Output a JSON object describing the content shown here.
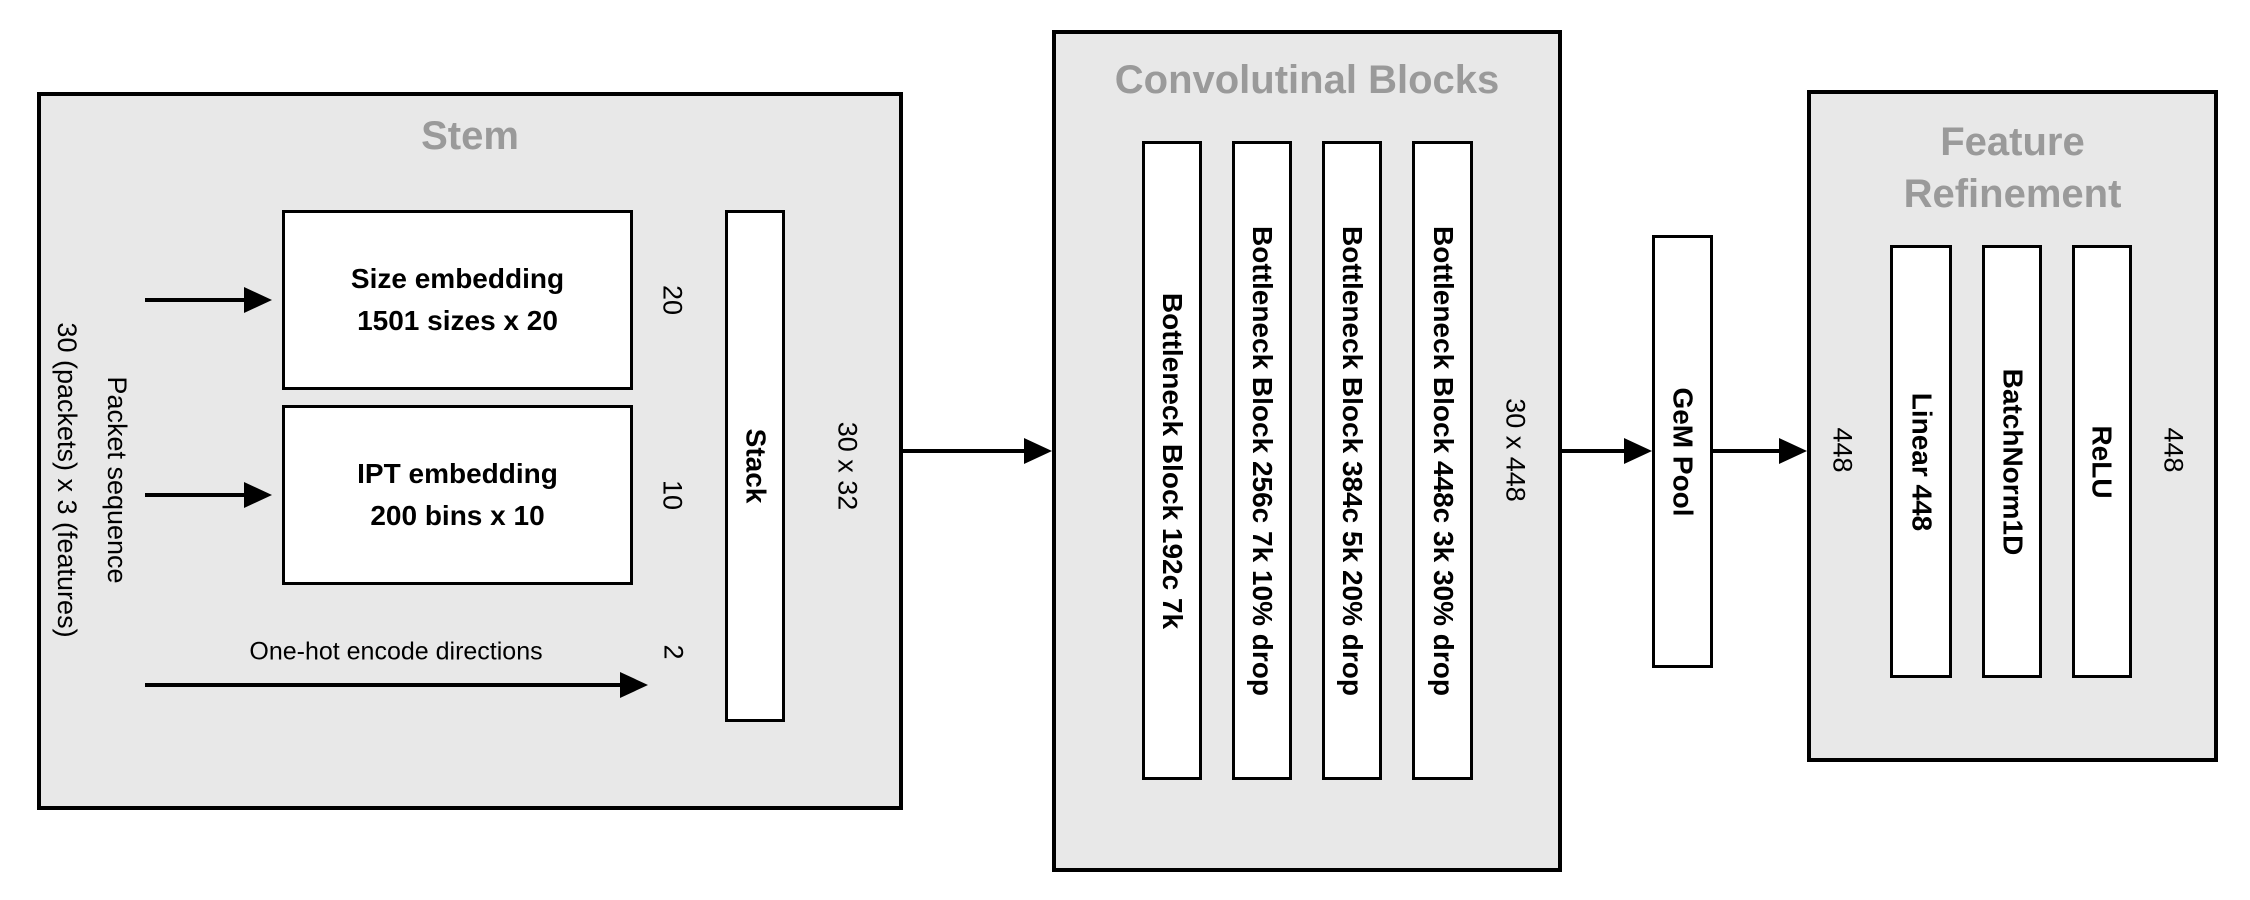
{
  "colors": {
    "panel_fill": "#e8e8e8",
    "panel_title_text": "#9a9a9a",
    "border": "#000000",
    "box_fill": "#ffffff"
  },
  "stem": {
    "title": "Stem",
    "input_label_line1": "Packet sequence",
    "input_label_line2": "30 (packets) x 3 (features)",
    "size_embedding": {
      "line1": "Size embedding",
      "line2": "1501 sizes x 20",
      "dim": "20"
    },
    "ipt_embedding": {
      "line1": "IPT embedding",
      "line2": "200 bins x 10",
      "dim": "10"
    },
    "onehot": {
      "label": "One-hot encode directions",
      "dim": "2"
    },
    "stack": {
      "label": "Stack",
      "out_dim": "30 x 32"
    }
  },
  "conv": {
    "title": "Convolutinal Blocks",
    "blocks": [
      {
        "label": "Bottleneck Block 192c 7k"
      },
      {
        "label": "Bottleneck Block 256c 7k 10% drop"
      },
      {
        "label": "Bottleneck Block 384c 5k 20% drop"
      },
      {
        "label": "Bottleneck Block 448c 3k 30% drop"
      }
    ],
    "out_dim": "30 x 448"
  },
  "gem": {
    "label": "GeM Pool"
  },
  "refine": {
    "title_line1": "Feature",
    "title_line2": "Refinement",
    "in_dim": "448",
    "blocks": [
      {
        "label": "Linear 448"
      },
      {
        "label": "BatchNorm1D"
      },
      {
        "label": "ReLU"
      }
    ],
    "out_dim": "448"
  }
}
